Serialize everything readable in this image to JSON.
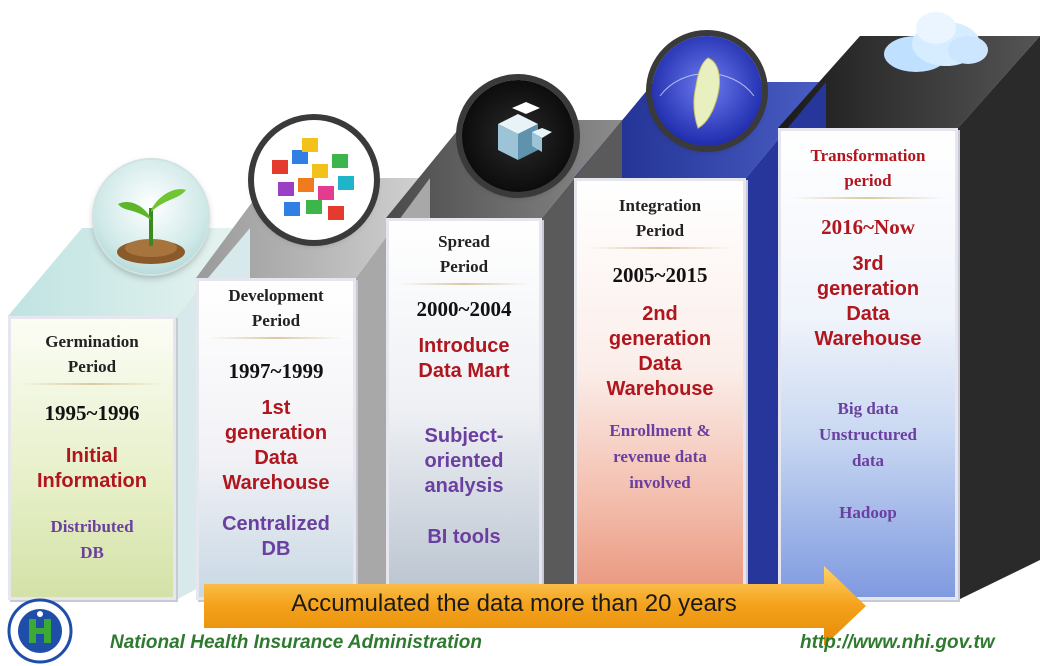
{
  "periods": [
    {
      "period": "Germination Period",
      "period_lines": [
        "Germination",
        "Period"
      ],
      "years": "1995~1996",
      "main_lines": [
        "Initial",
        "Information"
      ],
      "detail_lines": [
        "Distributed",
        "DB"
      ],
      "icon": "sprout-icon"
    },
    {
      "period_lines": [
        "Development",
        "Period"
      ],
      "years": "1997~1999",
      "main_lines": [
        "1st",
        "generation",
        "Data",
        "Warehouse"
      ],
      "detail_lines": [
        "Centralized",
        "DB"
      ],
      "icon": "puzzle-icon"
    },
    {
      "period_lines": [
        "Spread",
        "Period"
      ],
      "years": "2000~2004",
      "main_lines": [
        "Introduce",
        "Data Mart"
      ],
      "detail_lines": [
        "Subject-",
        "oriented",
        "analysis"
      ],
      "detail_extra": "BI tools",
      "icon": "cubes-icon"
    },
    {
      "period_lines": [
        "Integration",
        "Period"
      ],
      "years": "2005~2015",
      "main_lines": [
        "2nd",
        "generation",
        "Data",
        "Warehouse"
      ],
      "detail_lines": [
        "Enrollment &",
        "revenue data",
        "involved"
      ],
      "icon": "taiwan-map-icon"
    },
    {
      "period_lines": [
        "Transformation",
        "period"
      ],
      "years": "2016~Now",
      "main_lines": [
        "3rd",
        "generation",
        "Data",
        "Warehouse"
      ],
      "detail_lines": [
        "Big data",
        "Unstructured",
        "data"
      ],
      "detail_extra": "Hadoop",
      "icon": "cloud-icon"
    }
  ],
  "banner": "Accumulated the data more than 20 years",
  "footer": {
    "organization": "National Health Insurance Administration",
    "url": "http://www.nhi.gov.tw"
  },
  "colors": {
    "main_text": "#b0161e",
    "detail_text": "#6b3fa0",
    "footer_text": "#2e7a2e",
    "banner_orange": "#f4a11b"
  }
}
